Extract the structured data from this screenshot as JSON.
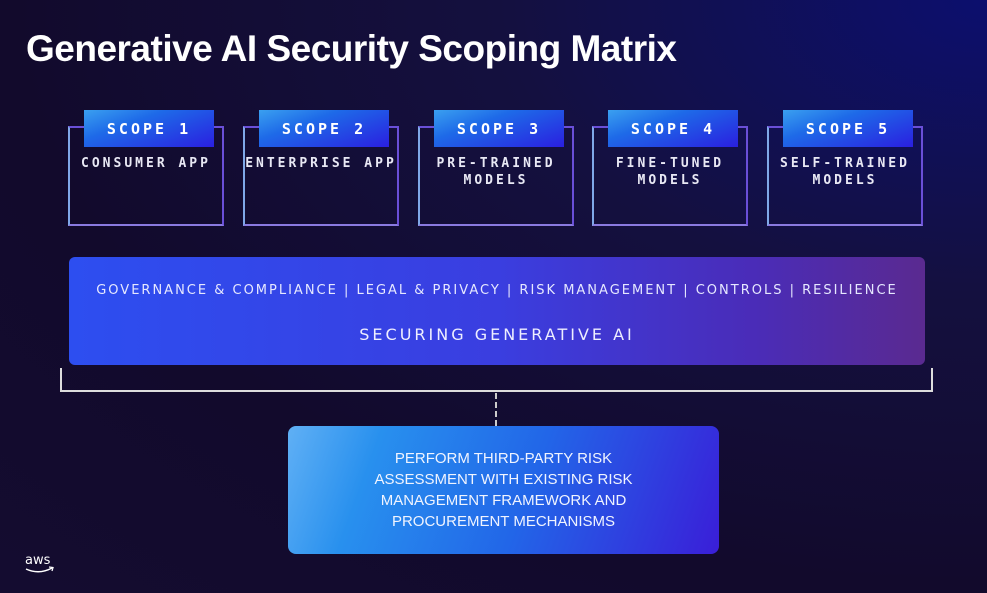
{
  "title": "Generative AI Security Scoping Matrix",
  "scopes": [
    {
      "label": "SCOPE 1",
      "name": "CONSUMER APP"
    },
    {
      "label": "SCOPE 2",
      "name": "ENTERPRISE APP"
    },
    {
      "label": "SCOPE 3",
      "name": "PRE-TRAINED MODELS"
    },
    {
      "label": "SCOPE 4",
      "name": "FINE-TUNED MODELS"
    },
    {
      "label": "SCOPE 5",
      "name": "SELF-TRAINED MODELS"
    }
  ],
  "banner": {
    "pillars": "GOVERNANCE & COMPLIANCE | LEGAL & PRIVACY | RISK MANAGEMENT | CONTROLS | RESILIENCE",
    "title": "SECURING GENERATIVE AI"
  },
  "action": "PERFORM THIRD-PARTY RISK ASSESSMENT WITH EXISTING RISK MANAGEMENT FRAMEWORK AND PROCUREMENT MECHANISMS",
  "logo": "aws"
}
